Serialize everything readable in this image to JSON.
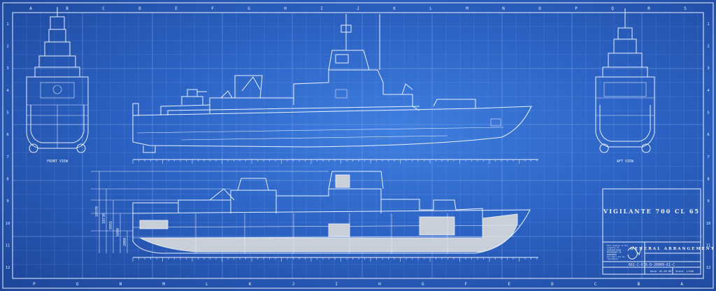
{
  "colors": {
    "background": "#2c63c4",
    "line": "#eaf2ff",
    "grid": "#7fa6e6",
    "fill": "#c9cfd8"
  },
  "views": {
    "front_label": "FRONT VIEW",
    "aft_label": "AFT VIEW"
  },
  "frame_letters": {
    "top": [
      "A",
      "B",
      "C",
      "D",
      "E",
      "F",
      "G",
      "H",
      "I",
      "J",
      "K",
      "L",
      "M",
      "N",
      "O",
      "P",
      "Q",
      "R",
      "S"
    ],
    "bottom": [
      "P",
      "O",
      "N",
      "M",
      "L",
      "K",
      "J",
      "I",
      "H",
      "G",
      "F",
      "E",
      "D",
      "C",
      "B",
      "A"
    ]
  },
  "side_numbers": [
    "1",
    "2",
    "3",
    "4",
    "5",
    "6",
    "7",
    "8",
    "9",
    "10",
    "11",
    "12"
  ],
  "dimensions": [
    "10970",
    "10730",
    "9955",
    "5000",
    "2000"
  ],
  "title_block": {
    "ship_name": "VIGILANTE 700 CL 65",
    "drawing_title": "GENERAL ARRANGEMENT",
    "drawing_number": "661-C-676-D-20009-61-C",
    "date": "Date: 02-09-09",
    "scale": "Scale: 1/100",
    "notes": [
      "This drawing is the",
      "property of",
      "CONSTRUCTIONS",
      "MECANIQUES DE",
      "NORMANDIE",
      "and shall not be",
      "reproduced"
    ]
  }
}
